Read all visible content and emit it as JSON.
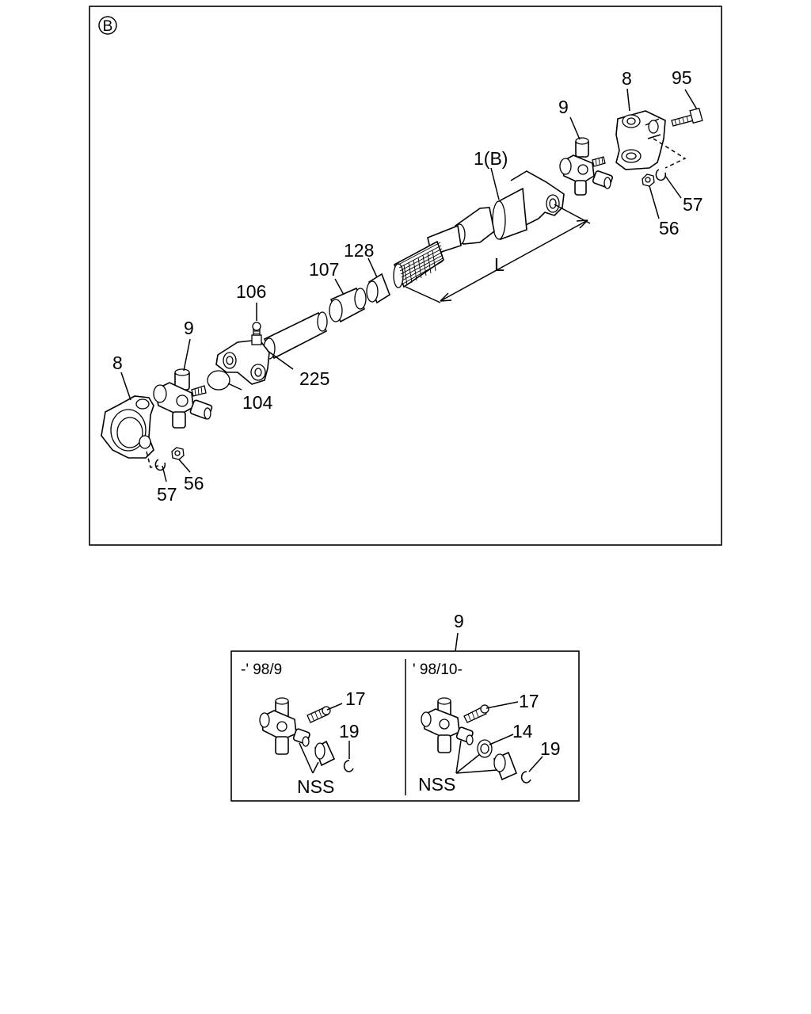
{
  "main_diagram": {
    "view_marker": "B",
    "labels": {
      "part_8_right": "8",
      "part_95": "95",
      "part_9_right": "9",
      "part_1b": "1(B)",
      "part_57_right": "57",
      "part_56_right": "56",
      "part_128": "128",
      "part_107": "107",
      "dimension_l": "L",
      "part_106": "106",
      "part_9_left": "9",
      "part_8_left": "8",
      "part_225": "225",
      "part_104": "104",
      "part_56_left": "56",
      "part_57_left": "57"
    }
  },
  "detail_diagram": {
    "title": "9",
    "left_panel": {
      "date": "-' 98/9",
      "part_17": "17",
      "part_19": "19",
      "nss": "NSS"
    },
    "right_panel": {
      "date": "' 98/10-",
      "part_17": "17",
      "part_14": "14",
      "part_19": "19",
      "nss": "NSS"
    }
  }
}
